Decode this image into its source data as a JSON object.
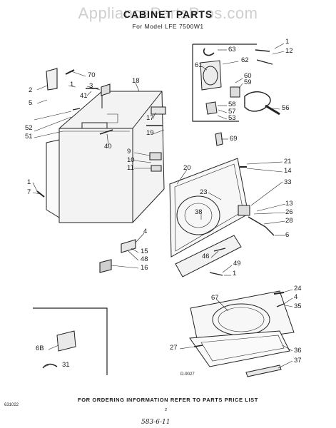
{
  "watermark": "AppliancePartsPros.com",
  "title": "CABINET PARTS",
  "subtitle": "For Model LFE 7500W1",
  "footer_note": "FOR ORDERING INFORMATION REFER TO PARTS PRICE LIST",
  "doc_number": "631022",
  "diagram_number": "D-9027",
  "page_number": "2",
  "handwritten_code": "583-6-11",
  "callouts": [
    "1",
    "12",
    "63",
    "62",
    "61",
    "60",
    "59",
    "58",
    "57",
    "53",
    "56",
    "70",
    "2",
    "5",
    "3",
    "41",
    "18",
    "1",
    "52",
    "51",
    "17",
    "19",
    "40",
    "69",
    "21",
    "14",
    "9",
    "10",
    "11",
    "20",
    "1",
    "7",
    "33",
    "23",
    "13",
    "26",
    "28",
    "38",
    "6",
    "4",
    "15",
    "48",
    "16",
    "46",
    "49",
    "1",
    "24",
    "4",
    "35",
    "67",
    "27",
    "36",
    "37",
    "6B",
    "31"
  ]
}
